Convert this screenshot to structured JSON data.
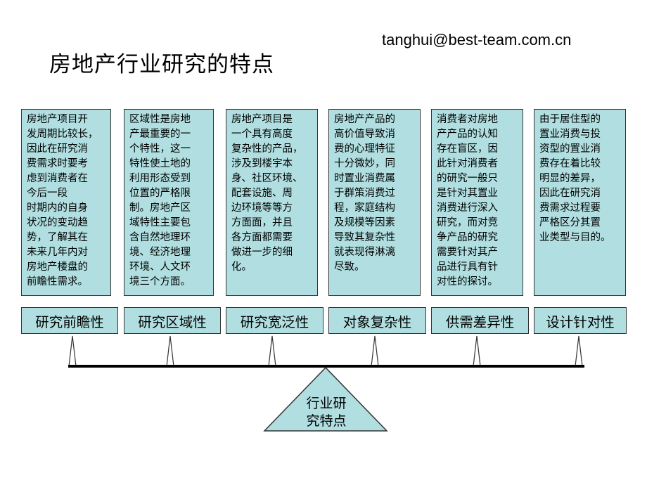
{
  "email": "tanghui@best-team.com.cn",
  "title": "房地产行业研究的特点",
  "columns": [
    {
      "description": "房地产项目开\n发周期比较长，\n因此在研究消\n费需求时要考\n虑到消费者在\n今后一段\n时期内的自身\n状况的变动趋\n势，了解其在\n未来几年内对\n房地产楼盘的\n前瞻性需求。",
      "label": "研究前瞻性"
    },
    {
      "description": "区域性是房地\n产最重要的一\n个特性，这一\n特性使土地的\n利用形态受到\n位置的严格限\n制。房地产区\n域特性主要包\n含自然地理环\n境、经济地理\n环境、人文环\n境三个方面。",
      "label": "研究区域性"
    },
    {
      "description": "房地产项目是\n一个具有高度\n复杂性的产品，\n涉及到楼宇本\n身、社区环境、\n配套设施、周\n边环境等等方\n方面面，并且\n各方面都需要\n做进一步的细\n化。",
      "label": "研究宽泛性"
    },
    {
      "description": "房地产产品的\n高价值导致消\n费的心理特征\n十分微妙，同\n时置业消费属\n于群策消费过\n程，家庭结构\n及规模等因素\n导致其复杂性\n就表现得淋漓\n尽致。",
      "label": "对象复杂性"
    },
    {
      "description": "消费者对房地\n产产品的认知\n存在盲区，因\n此针对消费者\n的研究一般只\n是针对其置业\n消费进行深入\n研究，而对竞\n争产品的研究\n需要针对其产\n品进行具有针\n对性的探讨。",
      "label": "供需差异性"
    },
    {
      "description": "由于居住型的\n置业消费与投\n资型的置业消\n费存在着比较\n明显的差异，\n因此在研究消\n费需求过程要\n严格区分其置\n业类型与目的。",
      "label": "设计针对性"
    }
  ],
  "center_label": "行业研\n究特点",
  "colors": {
    "box_fill": "#b1dfe1",
    "border": "#333333",
    "beam": "#000000"
  }
}
